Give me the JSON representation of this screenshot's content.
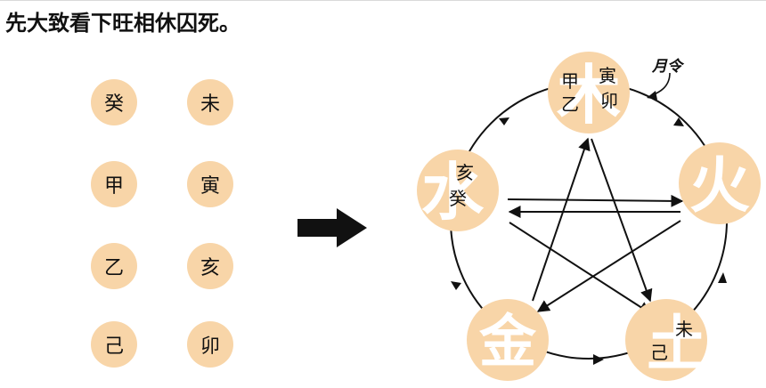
{
  "title": "先大致看下旺相休囚死。",
  "left_chips": {
    "col1": [
      "癸",
      "甲",
      "乙",
      "己"
    ],
    "col2": [
      "未",
      "寅",
      "亥",
      "卯"
    ]
  },
  "colors": {
    "chip_fill": "#f8d5a8",
    "element_label": "#ffffff",
    "line": "#111111"
  },
  "diagram": {
    "annotation": "月令",
    "nodes": [
      {
        "id": "wood",
        "element": "木",
        "stems": [
          "甲",
          "乙"
        ],
        "branches": [
          "寅",
          "卯"
        ]
      },
      {
        "id": "fire",
        "element": "火",
        "stems": [],
        "branches": []
      },
      {
        "id": "earth",
        "element": "土",
        "stems": [
          "己"
        ],
        "branches": [
          "未"
        ]
      },
      {
        "id": "metal",
        "element": "金",
        "stems": [],
        "branches": []
      },
      {
        "id": "water",
        "element": "水",
        "stems": [
          "癸"
        ],
        "branches": [
          "亥"
        ]
      }
    ]
  }
}
